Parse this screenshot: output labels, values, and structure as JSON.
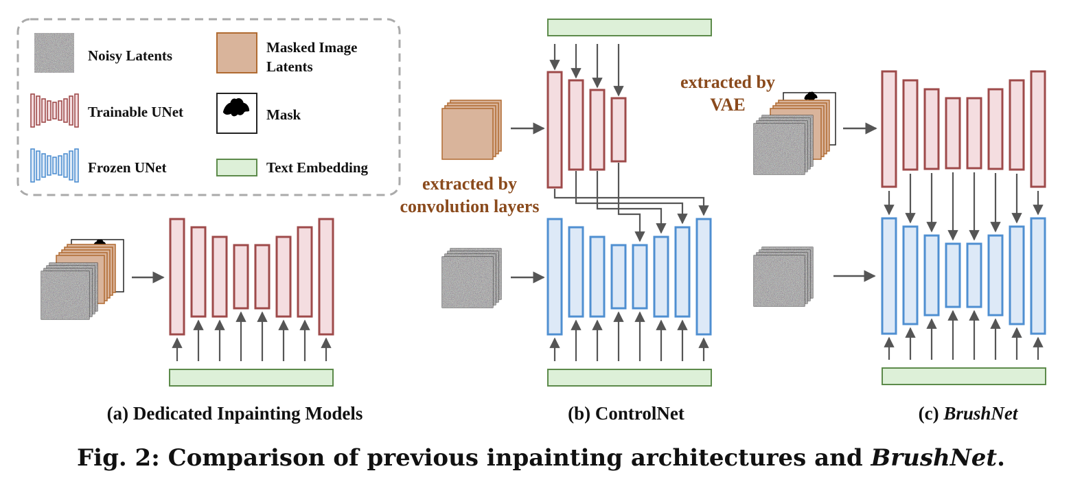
{
  "legend": {
    "noisy_latents": "Noisy Latents",
    "masked_image_latents_line1": "Masked Image",
    "masked_image_latents_line2": "Latents",
    "trainable_unet": "Trainable UNet",
    "mask": "Mask",
    "frozen_unet": "Frozen UNet",
    "text_embedding": "Text Embedding"
  },
  "annotations": {
    "conv_line1": "extracted by",
    "conv_line2": "convolution layers",
    "vae_line1": "extracted by",
    "vae_line2": "VAE"
  },
  "panels": {
    "a_label": "(a) Dedicated Inpainting Models",
    "b_label_prefix": "(b)",
    "b_label_name": "ControlNet",
    "c_label_prefix": "(c)",
    "c_label_name": "BrushNet"
  },
  "caption": {
    "prefix": "Fig. 2: Comparison of previous inpainting architectures and ",
    "emph": "BrushNet",
    "suffix": "."
  },
  "colors": {
    "trainable_stroke": "#9e4a4a",
    "trainable_fill": "#f4dde0",
    "frozen_stroke": "#4f8fd1",
    "frozen_fill": "#dde9f7",
    "text_emb_stroke": "#5c8a4a",
    "text_emb_fill": "#ddf0d8",
    "masked_fill": "#d9b49b",
    "masked_stroke": "#b06a30",
    "annotation": "#8a4a1c",
    "arrow": "#555555",
    "legend_border": "#aaaaaa"
  }
}
